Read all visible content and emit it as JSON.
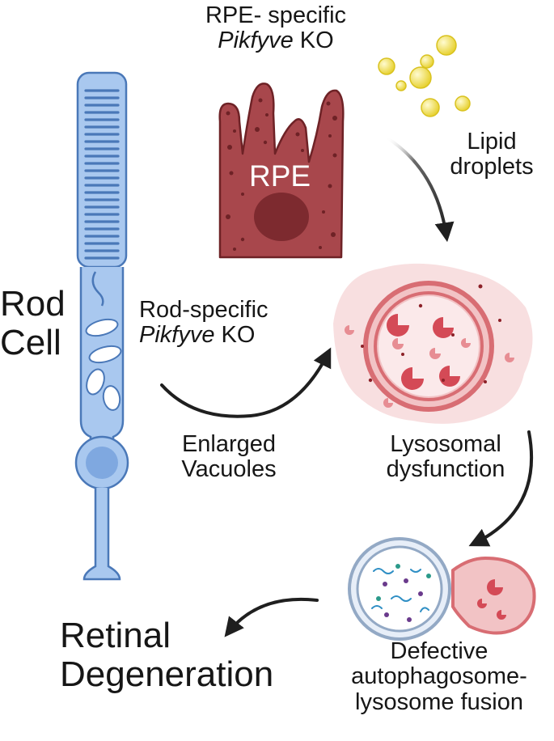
{
  "labels": {
    "rpe_ko": {
      "line1": "RPE- specific",
      "gene": "Pikfyve",
      "suffix": " KO"
    },
    "rpe_cell": "RPE",
    "lipid": {
      "line1": "Lipid",
      "line2": "droplets"
    },
    "rod_cell": {
      "line1": "Rod",
      "line2": "Cell"
    },
    "rod_ko": {
      "line1": "Rod-specific",
      "gene": "Pikfyve",
      "suffix": " KO"
    },
    "vacuoles": {
      "line1": "Enlarged",
      "line2": "Vacuoles"
    },
    "lysosomal": {
      "line1": "Lysosomal",
      "line2": "dysfunction"
    },
    "defective": {
      "line1": "Defective",
      "line2": "autophagosome-",
      "line3": "lysosome fusion"
    },
    "retinal": {
      "line1": "Retinal",
      "line2": "Degeneration"
    }
  },
  "colors": {
    "rod_fill": "#a9c8ef",
    "rod_stroke": "#4a78b8",
    "rpe_fill": "#a8474c",
    "rpe_dark": "#6e2226",
    "lipid": "#f1df3c",
    "lysosome_fill": "#e9a3a7",
    "lysosome_ring": "#d86d73",
    "arrow": "#1f1f1f"
  }
}
